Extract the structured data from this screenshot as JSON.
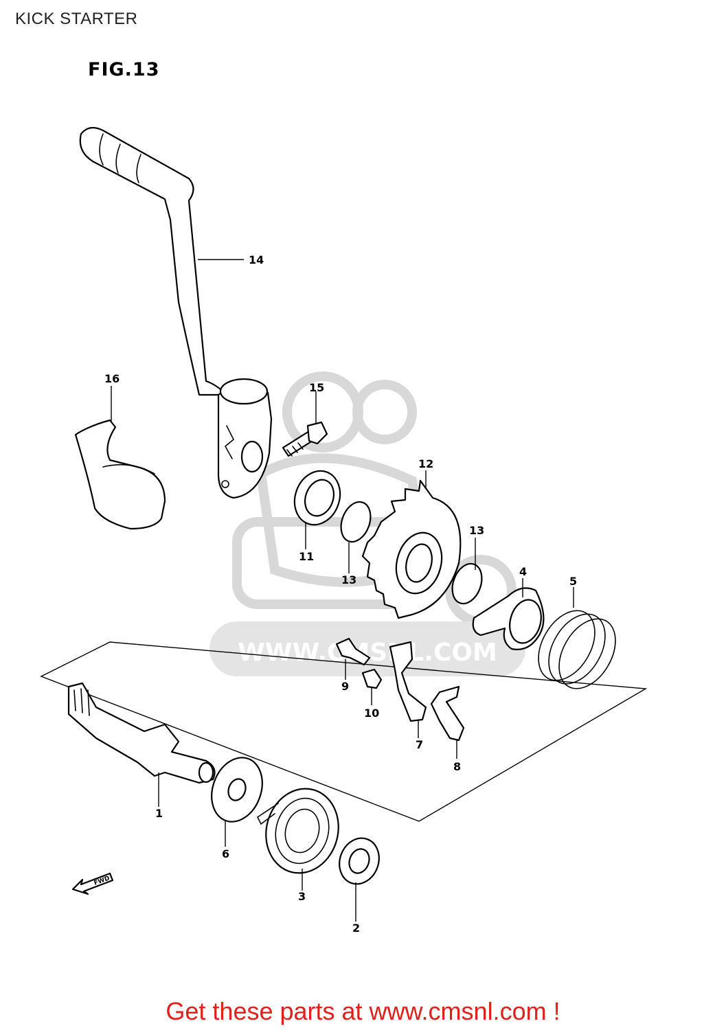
{
  "page_title": "KICK STARTER",
  "figure_label": "FIG.13",
  "watermark_text": "WWW.CMSNL.COM",
  "fwd_label": "FWD",
  "footer_text": "Get these parts at www.cmsnl.com !",
  "colors": {
    "footer": "#e0201b",
    "line": "#000000",
    "watermark": "#d8d8d8"
  },
  "callouts": [
    {
      "id": "part-1",
      "label": "1"
    },
    {
      "id": "part-2",
      "label": "2"
    },
    {
      "id": "part-3",
      "label": "3"
    },
    {
      "id": "part-4",
      "label": "4"
    },
    {
      "id": "part-5",
      "label": "5"
    },
    {
      "id": "part-6",
      "label": "6"
    },
    {
      "id": "part-7",
      "label": "7"
    },
    {
      "id": "part-8",
      "label": "8"
    },
    {
      "id": "part-9",
      "label": "9"
    },
    {
      "id": "part-10",
      "label": "10"
    },
    {
      "id": "part-11",
      "label": "11"
    },
    {
      "id": "part-12",
      "label": "12"
    },
    {
      "id": "part-13a",
      "label": "13"
    },
    {
      "id": "part-13b",
      "label": "13"
    },
    {
      "id": "part-14",
      "label": "14"
    },
    {
      "id": "part-15",
      "label": "15"
    },
    {
      "id": "part-16",
      "label": "16"
    }
  ]
}
